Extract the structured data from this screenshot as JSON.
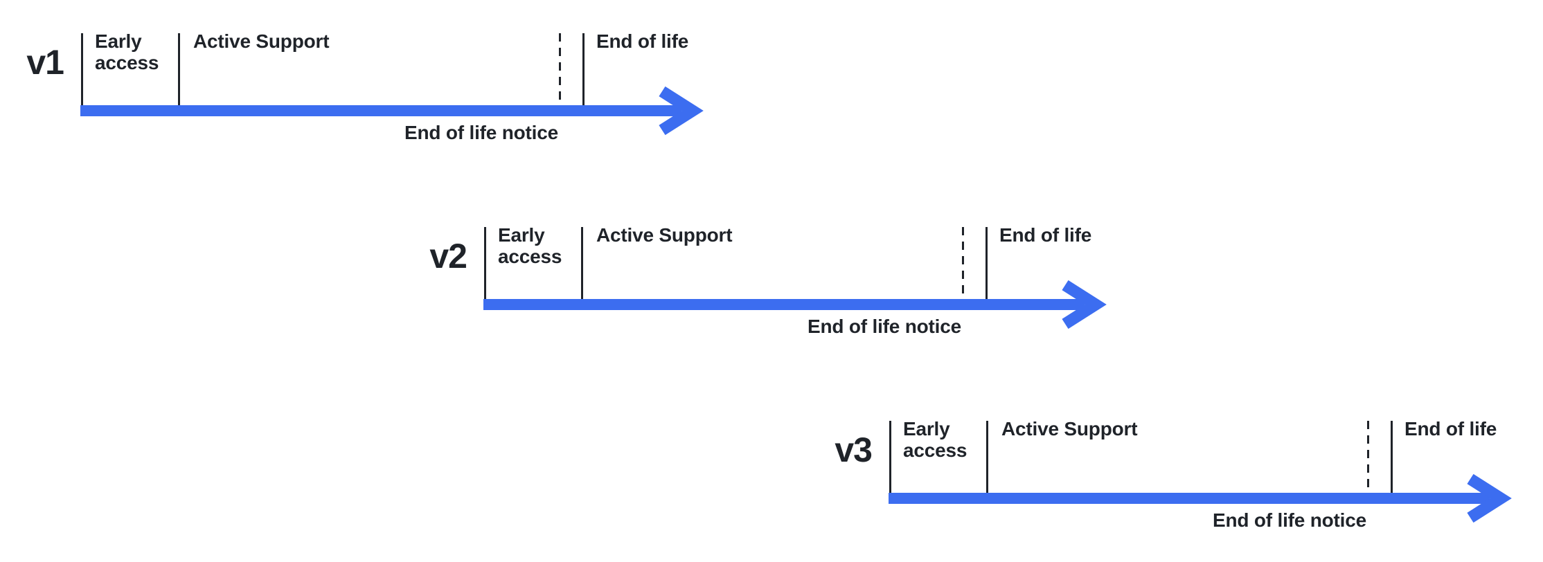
{
  "colors": {
    "background": "#ffffff",
    "arrow_blue": "#3C6DF0",
    "ink_dark": "#1F2329"
  },
  "timelines": [
    {
      "version": "v1",
      "phases": {
        "early_access": "Early access",
        "active_support": "Active Support",
        "end_of_life": "End of life"
      },
      "notice": "End of life notice"
    },
    {
      "version": "v2",
      "phases": {
        "early_access": "Early access",
        "active_support": "Active Support",
        "end_of_life": "End of life"
      },
      "notice": "End of life notice"
    },
    {
      "version": "v3",
      "phases": {
        "early_access": "Early access",
        "active_support": "Active Support",
        "end_of_life": "End of life"
      },
      "notice": "End of life notice"
    }
  ]
}
